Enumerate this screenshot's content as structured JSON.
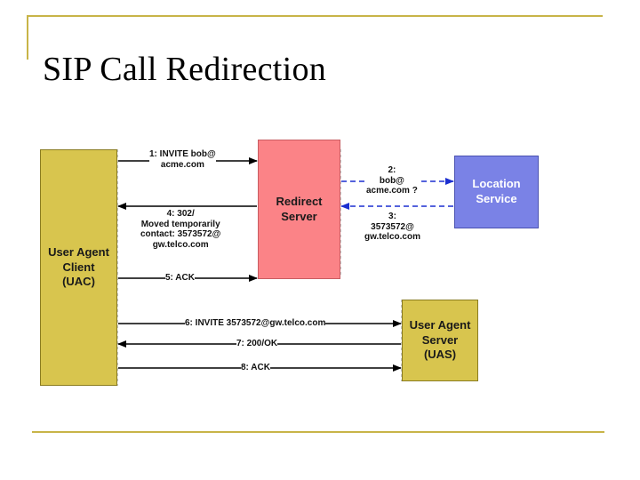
{
  "slide": {
    "title": "SIP Call Redirection"
  },
  "diagram": {
    "nodes": {
      "uac": "User Agent\nClient\n(UAC)",
      "redirect_server": "Redirect\nServer",
      "location_service": "Location\nService",
      "uas": "User Agent\nServer\n(UAS)"
    },
    "messages": {
      "m1": "1: INVITE bob@\nacme.com",
      "m2": "2:\nbob@\nacme.com ?",
      "m3": "3:\n3573572@\ngw.telco.com",
      "m4": "4: 302/\nMoved temporarily\ncontact: 3573572@\ngw.telco.com",
      "m5": "5: ACK",
      "m6": "6: INVITE 3573572@gw.telco.com",
      "m7": "7: 200/OK",
      "m8": "8: ACK"
    },
    "colors": {
      "uac_fill": "#d8c54e",
      "uas_fill": "#d8c54e",
      "redirect_fill": "#fb8387",
      "location_fill": "#7a82e6",
      "query_line": "#1c2fd0",
      "frame_line": "#c8b448"
    }
  }
}
